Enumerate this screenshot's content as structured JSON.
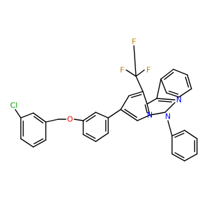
{
  "colors": {
    "background": "#ffffff",
    "bond": "#000000",
    "carbon": "#000000",
    "nitrogen": "#0000ff",
    "oxygen": "#ff0000",
    "fluorine": "#b8860b",
    "chlorine": "#00a000"
  },
  "atoms": {
    "cl": "Cl",
    "o": "O",
    "n_ring": "N",
    "n1": "N",
    "n2": "N",
    "f1": "F",
    "f2": "F",
    "f3": "F"
  }
}
